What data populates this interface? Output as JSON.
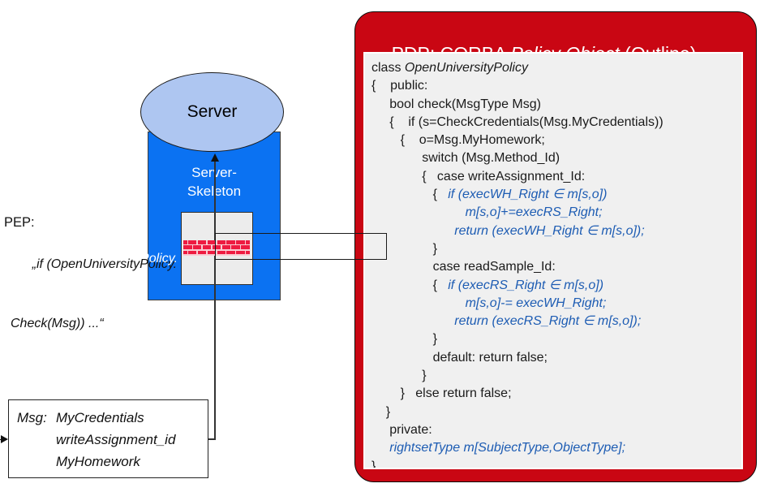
{
  "colors": {
    "blue-rect": "#0b72f2",
    "ellipse-fill": "#aec6f1",
    "pdp-red": "#c90613",
    "brick-red": "#ee1b41",
    "brick-mortar": "#f9ccd3",
    "code-blue": "#1d5cb3",
    "panel-gray": "#f0f0f0",
    "firewall-gray": "#ececec"
  },
  "server": {
    "label": "Server",
    "skeleton_label": [
      "Server-",
      "Skeleton"
    ]
  },
  "pep": {
    "label": "PEP:",
    "code_line1": "„if (OpenUniversityPolicy.",
    "code_line2": "Check(Msg)) ...“"
  },
  "msg_box": {
    "label": "Msg:",
    "items": [
      "MyCredentials",
      "writeAssignment_id",
      "MyHomework"
    ]
  },
  "pdp": {
    "title": {
      "prefix": "PDP: CORBA ",
      "italic": "Policy Object",
      "suffix": " (Outline)"
    },
    "code_lines": [
      [
        {
          "t": "class ",
          "s": "n"
        },
        {
          "t": "OpenUniversityPolicy",
          "s": "i"
        }
      ],
      [
        {
          "t": "{    public:",
          "s": "n"
        }
      ],
      [
        {
          "t": "     bool check(MsgType Msg)",
          "s": "n"
        }
      ],
      [
        {
          "t": "     {    if (s=CheckCredentials(Msg.MyCredentials))",
          "s": "n"
        }
      ],
      [
        {
          "t": "        {    o=Msg.MyHomework;",
          "s": "n"
        }
      ],
      [
        {
          "t": "              switch (Msg.Method_Id)",
          "s": "n"
        }
      ],
      [
        {
          "t": "              {   case writeAssignment_Id:",
          "s": "n"
        }
      ],
      [
        {
          "t": "                 {   ",
          "s": "n"
        },
        {
          "t": "if (execWH_Right ∈ m[s,o])",
          "s": "b"
        }
      ],
      [
        {
          "t": "                          ",
          "s": "n"
        },
        {
          "t": "m[s,o]+=execRS_Right;",
          "s": "b"
        }
      ],
      [
        {
          "t": "                       ",
          "s": "n"
        },
        {
          "t": "return (execWH_Right ∈ m[s,o]);",
          "s": "b"
        }
      ],
      [
        {
          "t": "                 }",
          "s": "n"
        }
      ],
      [
        {
          "t": "                 case readSample_Id:",
          "s": "n"
        }
      ],
      [
        {
          "t": "                 {   ",
          "s": "n"
        },
        {
          "t": "if (execRS_Right ∈ m[s,o])",
          "s": "b"
        }
      ],
      [
        {
          "t": "                          ",
          "s": "n"
        },
        {
          "t": "m[s,o]-= execWH_Right;",
          "s": "b"
        }
      ],
      [
        {
          "t": "                       ",
          "s": "n"
        },
        {
          "t": "return (execRS_Right ∈ m[s,o]);",
          "s": "b"
        }
      ],
      [
        {
          "t": "                 }",
          "s": "n"
        }
      ],
      [
        {
          "t": "                 default: return false;",
          "s": "n"
        }
      ],
      [
        {
          "t": "              }",
          "s": "n"
        }
      ],
      [
        {
          "t": "        }   else return false;",
          "s": "n"
        }
      ],
      [
        {
          "t": "    }",
          "s": "n"
        }
      ],
      [
        {
          "t": "     private:",
          "s": "n"
        }
      ],
      [
        {
          "t": "     ",
          "s": "n"
        },
        {
          "t": "rightsetType m[SubjectType,ObjectType];",
          "s": "b"
        }
      ],
      [
        {
          "t": "}",
          "s": "n"
        }
      ]
    ]
  }
}
